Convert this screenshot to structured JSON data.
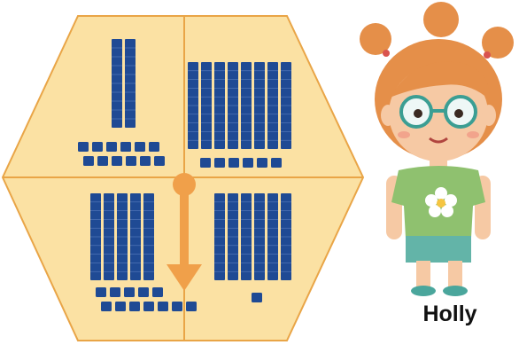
{
  "character": {
    "name": "Holly"
  },
  "panels": [
    {
      "position": "top-left",
      "tens": 2,
      "ones": 12
    },
    {
      "position": "top-right",
      "tens": 8,
      "ones": 6
    },
    {
      "position": "bottom-left",
      "tens": 5,
      "ones": 12
    },
    {
      "position": "bottom-right",
      "tens": 6,
      "ones": 1
    }
  ],
  "arrow": {
    "direction": "down",
    "from": "top-left",
    "to": "bottom-left"
  },
  "colors": {
    "hexagon_fill": "#fbe1a3",
    "hexagon_border": "#e9a547",
    "block_blue": "#1f4a94",
    "arrow_orange": "#f0a04a"
  }
}
